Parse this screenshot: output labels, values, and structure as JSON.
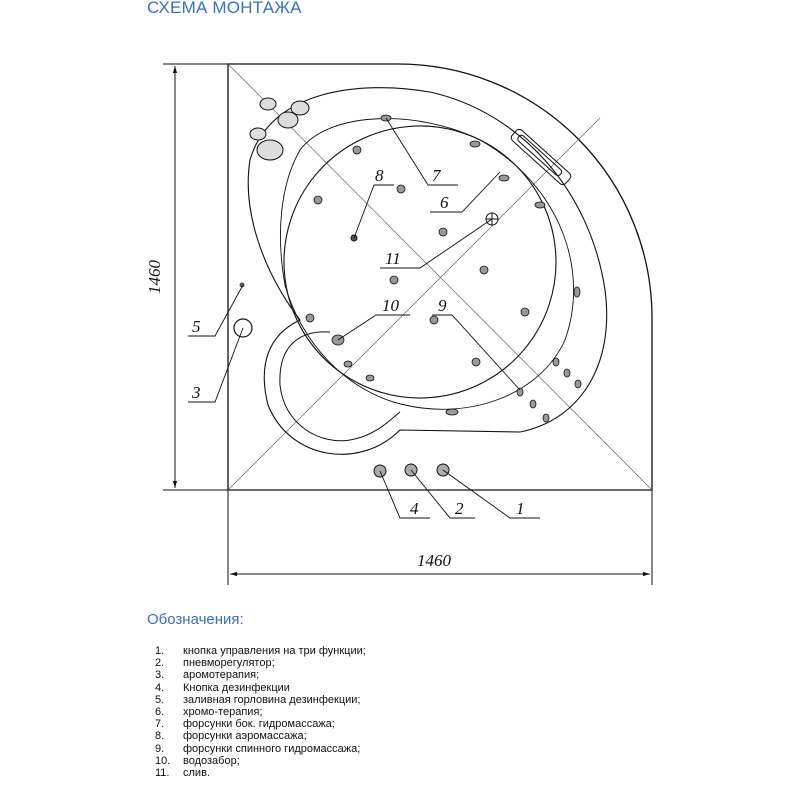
{
  "title": "СХЕМА МОНТАЖА",
  "dimensions": {
    "height_label": "1460",
    "width_label": "1460"
  },
  "callouts": {
    "c1": "1",
    "c2": "2",
    "c3": "3",
    "c4": "4",
    "c5": "5",
    "c6": "6",
    "c7": "7",
    "c8": "8",
    "c9": "9",
    "c10": "10",
    "c11": "11"
  },
  "legend": {
    "title": "Обозначения:",
    "items": [
      {
        "num": "1.",
        "text": "кнопка управления на три функции;"
      },
      {
        "num": "2.",
        "text": "пневморегулятор;"
      },
      {
        "num": "3.",
        "text": "аромотерапия;"
      },
      {
        "num": "4.",
        "text": "Кнопка дезинфекции"
      },
      {
        "num": "5.",
        "text": "заливная горловина дезинфекции;"
      },
      {
        "num": "6.",
        "text": "хромо-терапия;"
      },
      {
        "num": "7.",
        "text": "форсунки бок. гидромассажа;"
      },
      {
        "num": "8.",
        "text": "форсунки аэромассажа;"
      },
      {
        "num": "9.",
        "text": "форсунки спинного гидромассажа;"
      },
      {
        "num": "10.",
        "text": "водозабор;"
      },
      {
        "num": "11.",
        "text": "слив."
      }
    ]
  }
}
